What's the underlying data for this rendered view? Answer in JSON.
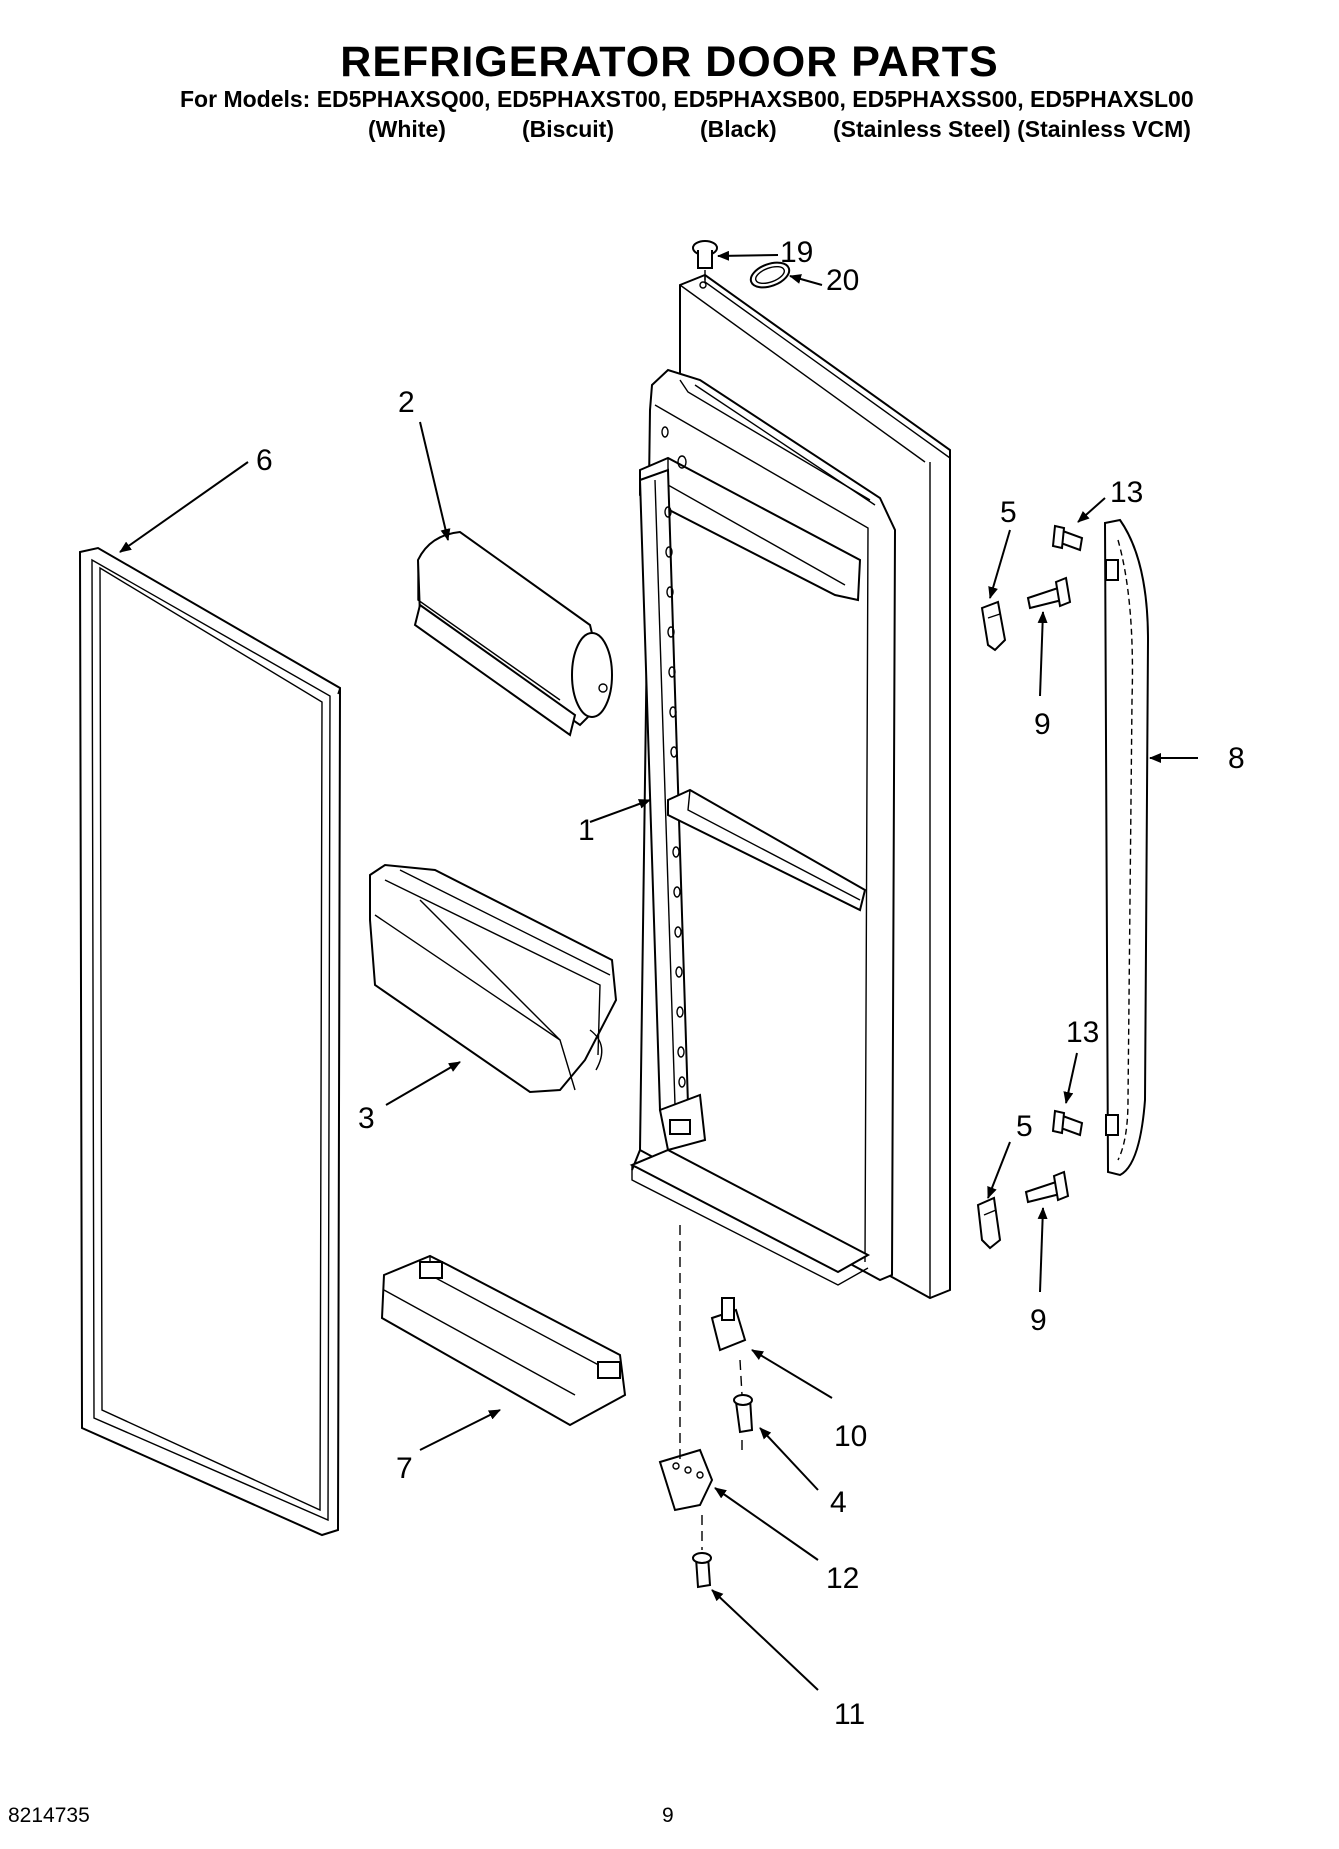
{
  "header": {
    "title": "REFRIGERATOR DOOR PARTS",
    "models_line": "For Models: ED5PHAXSQ00, ED5PHAXST00, ED5PHAXSB00, ED5PHAXSS00, ED5PHAXSL00",
    "finishes": [
      "(White)",
      "(Biscuit)",
      "(Black)",
      "(Stainless Steel) (Stainless VCM)"
    ]
  },
  "callouts": {
    "p1": "1",
    "p2": "2",
    "p3": "3",
    "p4": "4",
    "p5a": "5",
    "p5b": "5",
    "p6": "6",
    "p7": "7",
    "p8": "8",
    "p9a": "9",
    "p9b": "9",
    "p10": "10",
    "p11": "11",
    "p12": "12",
    "p13a": "13",
    "p13b": "13",
    "p19": "19",
    "p20": "20"
  },
  "footer": {
    "doc_number": "8214735",
    "page_number": "9"
  }
}
